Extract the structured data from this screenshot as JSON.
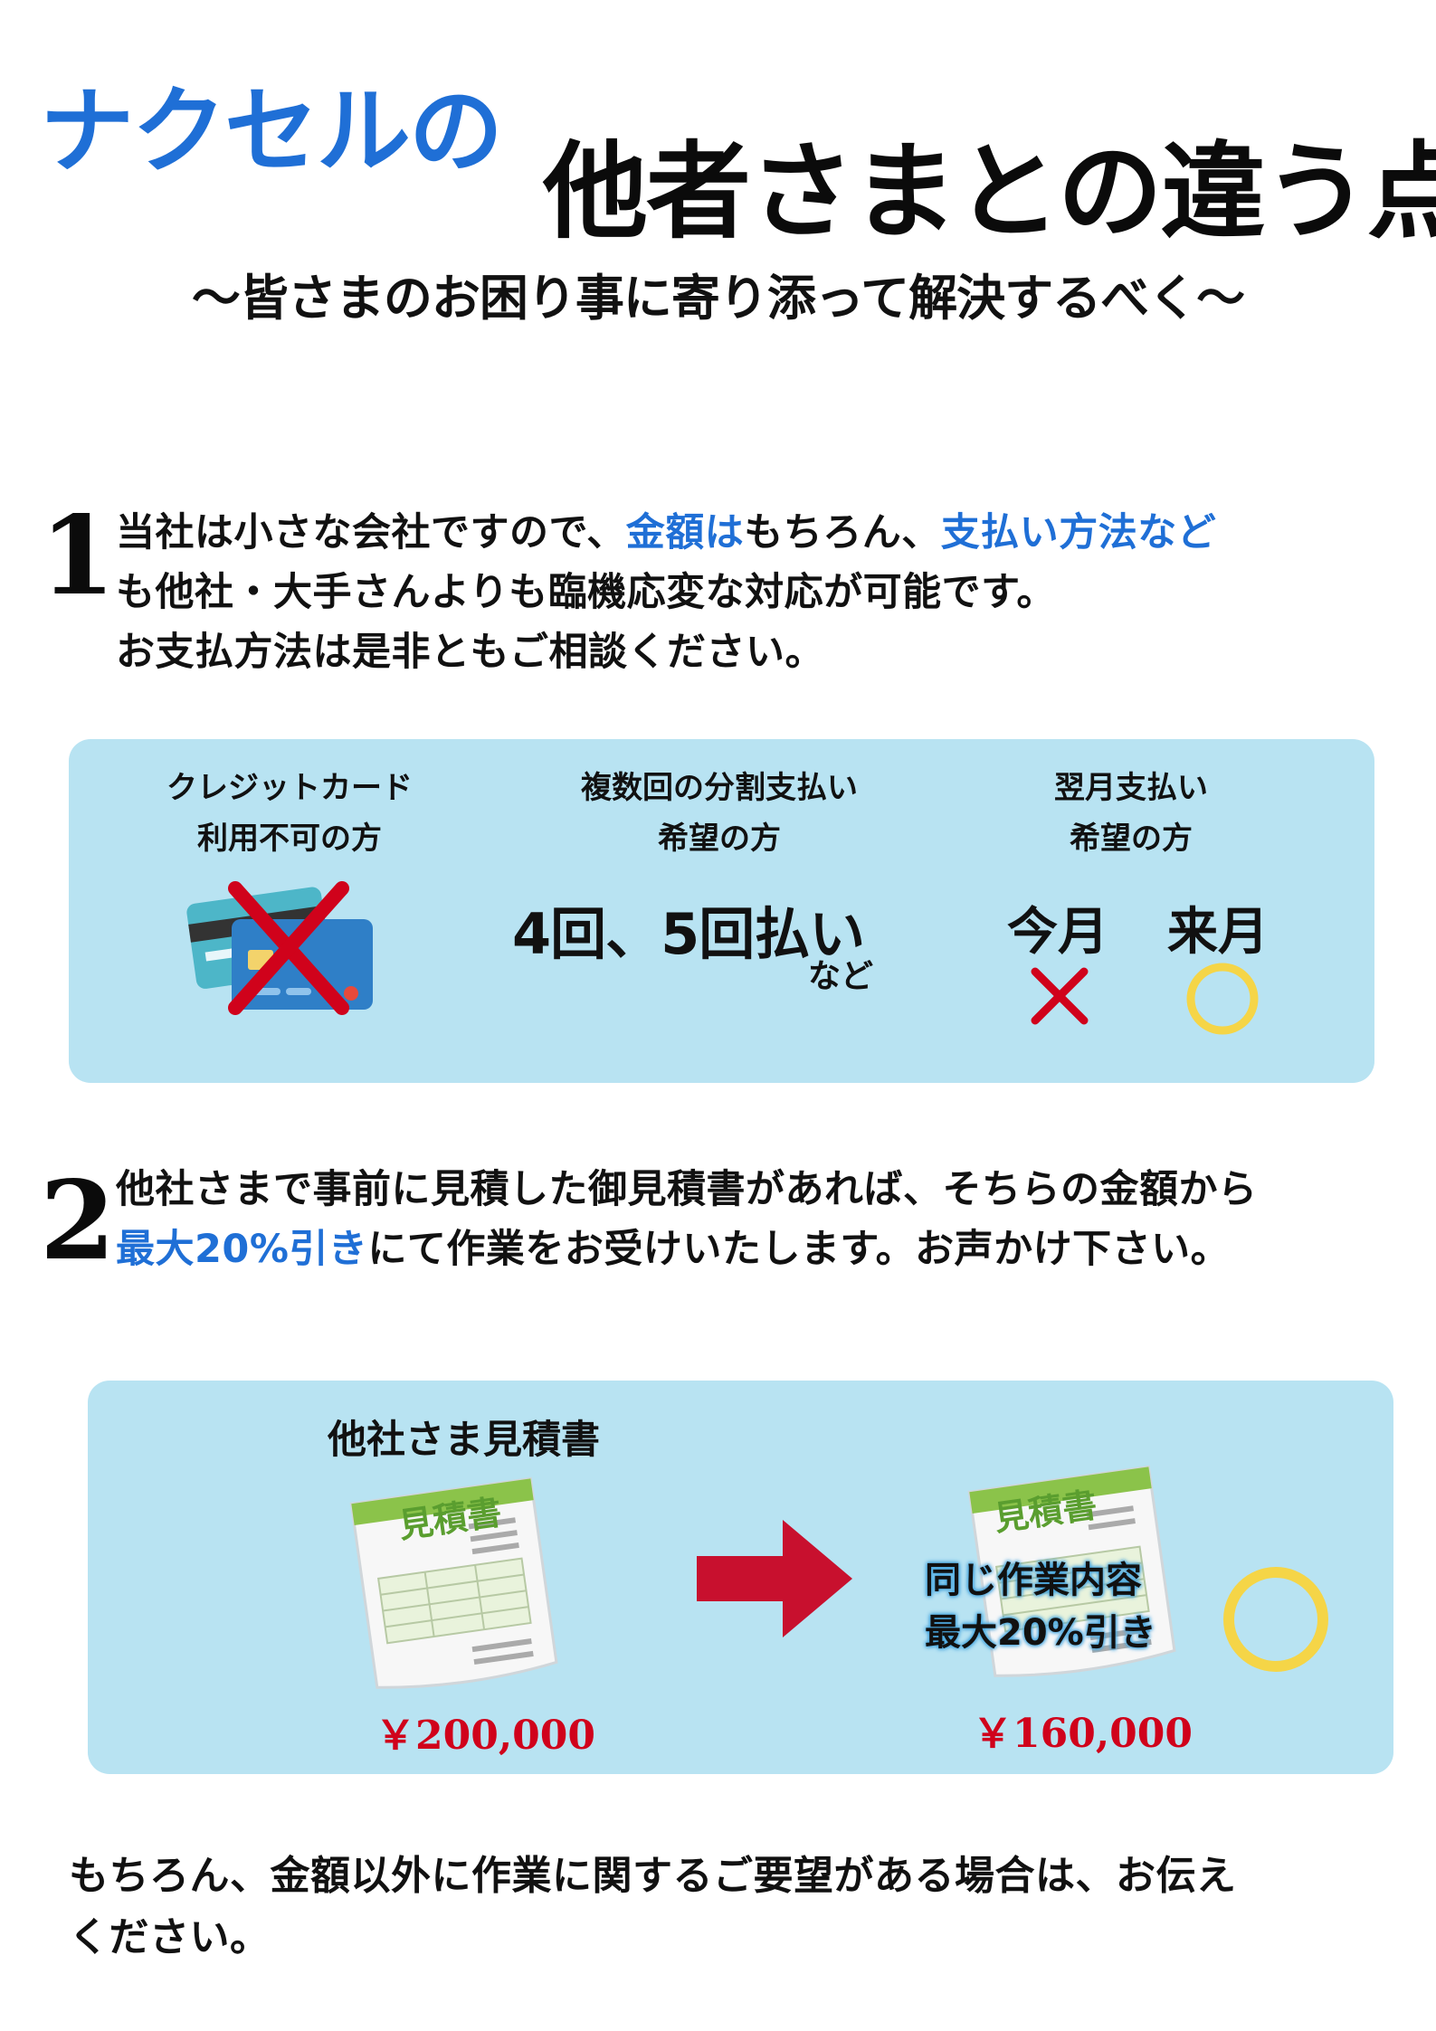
{
  "header": {
    "brand": "ナクセルの",
    "heading": "他者さまとの違う点",
    "subtitle": "〜皆さまのお困り事に寄り添って解決するべく〜"
  },
  "section1": {
    "number": "1",
    "line1": {
      "a": "当社は小さな会社ですので、",
      "b": "金額は",
      "c": "もちろん、",
      "d": "支払い方法など"
    },
    "line2": "も他社・大手さんよりも臨機応変な対応が可能です。",
    "line3": "お支払方法は是非ともご相談ください。"
  },
  "panel1": {
    "option1": {
      "line1": "クレジットカード",
      "line2": "利用不可の方"
    },
    "option2": {
      "line1": "複数回の分割支払い",
      "line2": "希望の方",
      "big": "4回、5回払い",
      "small": "など"
    },
    "option3": {
      "line1": "翌月支払い",
      "line2": "希望の方",
      "this_month": "今月",
      "next_month": "来月"
    }
  },
  "section2": {
    "number": "2",
    "line1": "他社さまで事前に見積した御見積書があれば、そちらの金額から",
    "line2": {
      "a": "最大20%引き",
      "b": "にて作業をお受けいたします。お声かけ下さい。"
    }
  },
  "panel2": {
    "left_caption": "他社さま見積書",
    "doc_title": "見積書",
    "left_price": "￥200,000",
    "overlay_line1": "同じ作業内容",
    "overlay_line2": "最大20%引き",
    "right_price": "￥160,000"
  },
  "footer": {
    "line1": "もちろん、金額以外に作業に関するご要望がある場合は、お伝え",
    "line2": "ください。"
  },
  "colors": {
    "accent": "#1f6fd6",
    "panel": "#b8e3f2",
    "cross": "#d0021b",
    "circle": "#f5d547",
    "arrow": "#c8102e"
  }
}
